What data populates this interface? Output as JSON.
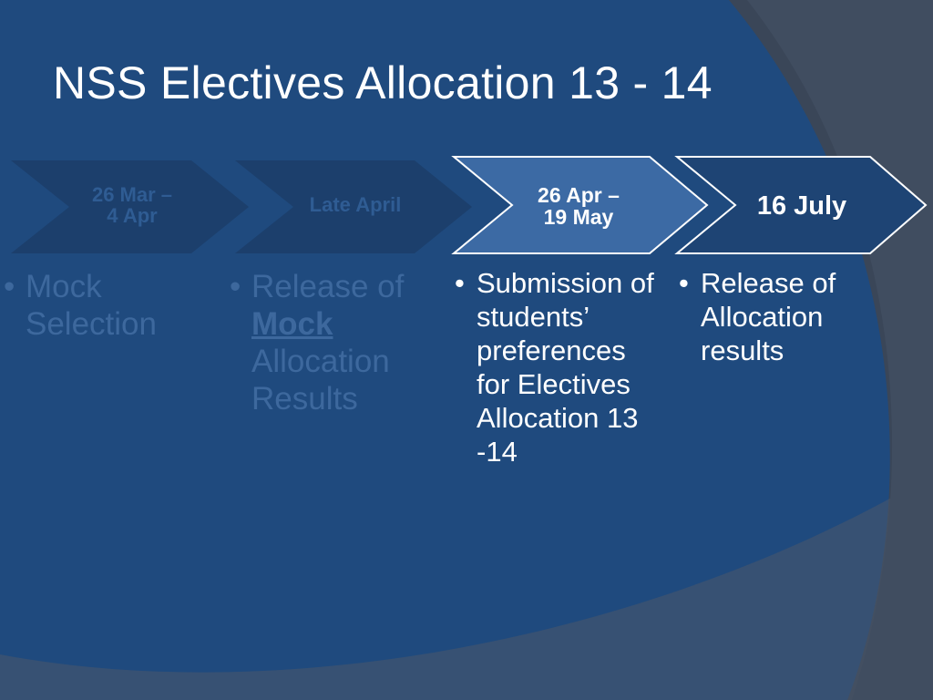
{
  "slide": {
    "title": "NSS Electives Allocation 13 - 14"
  },
  "colors": {
    "background": "#1f4a7e",
    "chevron_dim": "#1c3f6c",
    "chevron_active": "#3c6aa4",
    "chevron_last": "#1e4474",
    "chevron_border": "#ffffff",
    "text_dim": "#3d689d",
    "text_bright": "#ffffff",
    "corner_arc": "#4a5566"
  },
  "steps": [
    {
      "date": "26 Mar –\n4 Apr",
      "state": "faded",
      "bullet": "Mock Selection"
    },
    {
      "date": "Late April",
      "state": "faded",
      "bullet_prefix": "Release of ",
      "bullet_emphasis": "Mock",
      "bullet_suffix": " Allocation Results"
    },
    {
      "date": "26 Apr –\n19 May",
      "state": "highlighted",
      "bullet": "Submission of students’ preferences for Electives Allocation 13 -14"
    },
    {
      "date": "16 July",
      "state": "highlighted",
      "bullet": "Release of Allocation results"
    }
  ]
}
